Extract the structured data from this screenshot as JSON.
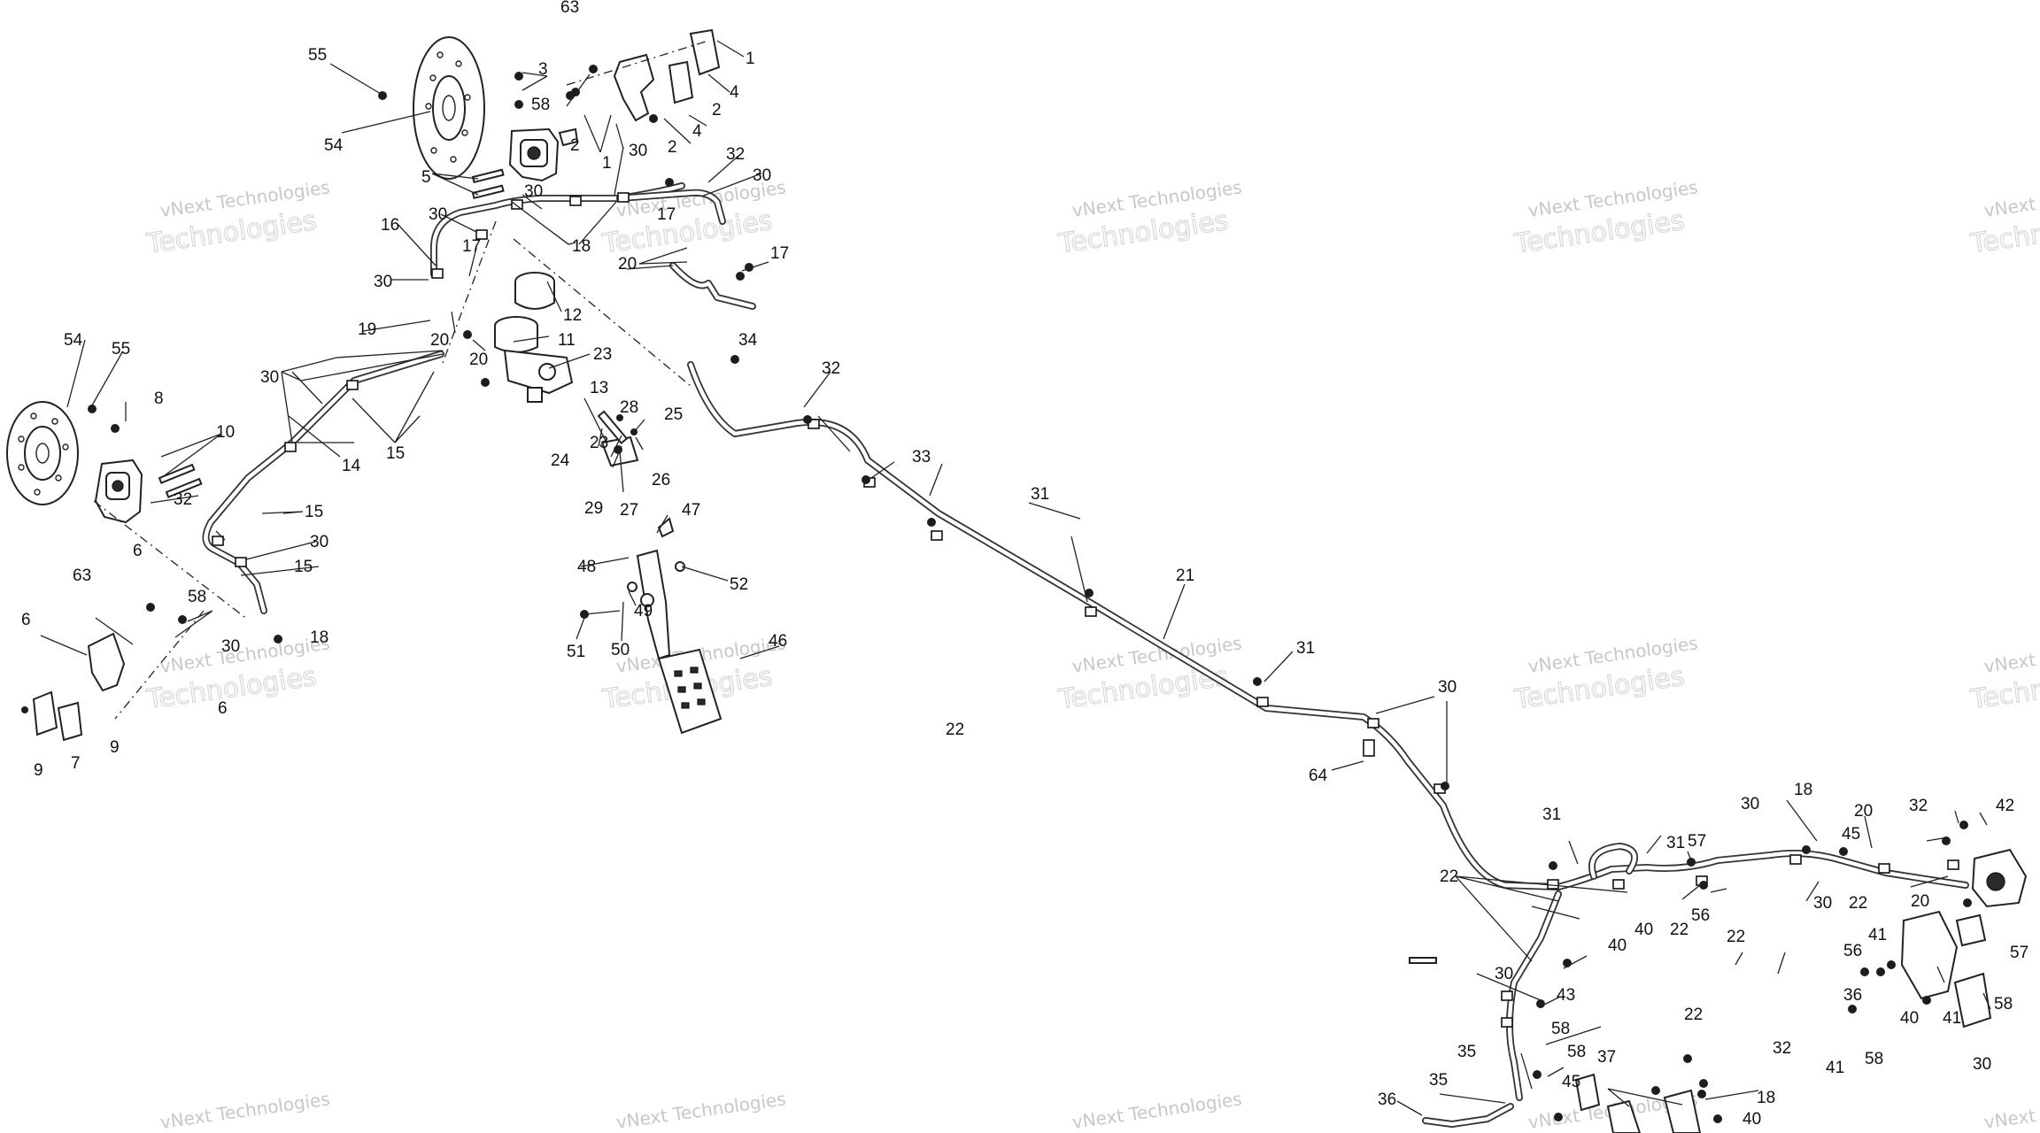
{
  "diagram": {
    "watermark": {
      "line1": "vNext Technologies",
      "line2": "Technologies"
    },
    "callouts": [
      {
        "id": "c01",
        "label": "63"
      },
      {
        "id": "c02",
        "label": "55"
      },
      {
        "id": "c03",
        "label": "3"
      },
      {
        "id": "c04",
        "label": "58"
      },
      {
        "id": "c05",
        "label": "1"
      },
      {
        "id": "c06",
        "label": "4"
      },
      {
        "id": "c07",
        "label": "2"
      },
      {
        "id": "c08",
        "label": "4"
      },
      {
        "id": "c09",
        "label": "2"
      },
      {
        "id": "c10",
        "label": "54"
      },
      {
        "id": "c11",
        "label": "2"
      },
      {
        "id": "c12",
        "label": "1"
      },
      {
        "id": "c13",
        "label": "32"
      },
      {
        "id": "c14",
        "label": "5"
      },
      {
        "id": "c15",
        "label": "30"
      },
      {
        "id": "c16",
        "label": "30"
      },
      {
        "id": "c17",
        "label": "30"
      },
      {
        "id": "c18",
        "label": "30"
      },
      {
        "id": "c19",
        "label": "16"
      },
      {
        "id": "c20",
        "label": "17"
      },
      {
        "id": "c21",
        "label": "17"
      },
      {
        "id": "c22",
        "label": "18"
      },
      {
        "id": "c23",
        "label": "20"
      },
      {
        "id": "c24",
        "label": "17"
      },
      {
        "id": "c25",
        "label": "30"
      },
      {
        "id": "c26",
        "label": "12"
      },
      {
        "id": "c27",
        "label": "19"
      },
      {
        "id": "c28",
        "label": "20"
      },
      {
        "id": "c29",
        "label": "34"
      },
      {
        "id": "c30",
        "label": "11"
      },
      {
        "id": "c31",
        "label": "54"
      },
      {
        "id": "c32",
        "label": "55"
      },
      {
        "id": "c33",
        "label": "20"
      },
      {
        "id": "c34",
        "label": "23"
      },
      {
        "id": "c35",
        "label": "30"
      },
      {
        "id": "c36",
        "label": "8"
      },
      {
        "id": "c37",
        "label": "13"
      },
      {
        "id": "c38",
        "label": "32"
      },
      {
        "id": "c39",
        "label": "10"
      },
      {
        "id": "c40",
        "label": "28"
      },
      {
        "id": "c41",
        "label": "25"
      },
      {
        "id": "c42",
        "label": "23"
      },
      {
        "id": "c43",
        "label": "15"
      },
      {
        "id": "c44",
        "label": "24"
      },
      {
        "id": "c45",
        "label": "14"
      },
      {
        "id": "c46",
        "label": "33"
      },
      {
        "id": "c47",
        "label": "26"
      },
      {
        "id": "c48",
        "label": "32"
      },
      {
        "id": "c49",
        "label": "29"
      },
      {
        "id": "c50",
        "label": "27"
      },
      {
        "id": "c51",
        "label": "15"
      },
      {
        "id": "c52",
        "label": "31"
      },
      {
        "id": "c53",
        "label": "47"
      },
      {
        "id": "c54",
        "label": "30"
      },
      {
        "id": "c55",
        "label": "6"
      },
      {
        "id": "c56",
        "label": "48"
      },
      {
        "id": "c57",
        "label": "15"
      },
      {
        "id": "c58",
        "label": "52"
      },
      {
        "id": "c59",
        "label": "21"
      },
      {
        "id": "c60",
        "label": "63"
      },
      {
        "id": "c61",
        "label": "58"
      },
      {
        "id": "c62",
        "label": "49"
      },
      {
        "id": "c63",
        "label": "18"
      },
      {
        "id": "c64",
        "label": "30"
      },
      {
        "id": "c65",
        "label": "6"
      },
      {
        "id": "c66",
        "label": "46"
      },
      {
        "id": "c67",
        "label": "51"
      },
      {
        "id": "c68",
        "label": "50"
      },
      {
        "id": "c69",
        "label": "31"
      },
      {
        "id": "c70",
        "label": "6"
      },
      {
        "id": "c71",
        "label": "30"
      },
      {
        "id": "c72",
        "label": "22"
      },
      {
        "id": "c73",
        "label": "9"
      },
      {
        "id": "c74",
        "label": "7"
      },
      {
        "id": "c75",
        "label": "9"
      },
      {
        "id": "c76",
        "label": "64"
      },
      {
        "id": "c77",
        "label": "30"
      },
      {
        "id": "c78",
        "label": "18"
      },
      {
        "id": "c79",
        "label": "20"
      },
      {
        "id": "c80",
        "label": "32"
      },
      {
        "id": "c81",
        "label": "42"
      },
      {
        "id": "c82",
        "label": "31"
      },
      {
        "id": "c83",
        "label": "45"
      },
      {
        "id": "c84",
        "label": "31"
      },
      {
        "id": "c85",
        "label": "57"
      },
      {
        "id": "c86",
        "label": "22"
      },
      {
        "id": "c87",
        "label": "30"
      },
      {
        "id": "c88",
        "label": "22"
      },
      {
        "id": "c89",
        "label": "20"
      },
      {
        "id": "c90",
        "label": "56"
      },
      {
        "id": "c91",
        "label": "22"
      },
      {
        "id": "c92",
        "label": "22"
      },
      {
        "id": "c93",
        "label": "40"
      },
      {
        "id": "c94",
        "label": "41"
      },
      {
        "id": "c95",
        "label": "56"
      },
      {
        "id": "c96",
        "label": "40"
      },
      {
        "id": "c97",
        "label": "57"
      },
      {
        "id": "c98",
        "label": "30"
      },
      {
        "id": "c99",
        "label": "43"
      },
      {
        "id": "c100",
        "label": "58"
      },
      {
        "id": "c101",
        "label": "36"
      },
      {
        "id": "c102",
        "label": "22"
      },
      {
        "id": "c103",
        "label": "58"
      },
      {
        "id": "c104",
        "label": "40"
      },
      {
        "id": "c105",
        "label": "41"
      },
      {
        "id": "c106",
        "label": "30"
      },
      {
        "id": "c107",
        "label": "58"
      },
      {
        "id": "c108",
        "label": "32"
      },
      {
        "id": "c109",
        "label": "35"
      },
      {
        "id": "c110",
        "label": "37"
      },
      {
        "id": "c111",
        "label": "45"
      },
      {
        "id": "c112",
        "label": "35"
      },
      {
        "id": "c113",
        "label": "18"
      },
      {
        "id": "c114",
        "label": "36"
      },
      {
        "id": "c115",
        "label": "40"
      },
      {
        "id": "c116",
        "label": "41"
      },
      {
        "id": "c117",
        "label": "58"
      }
    ]
  }
}
